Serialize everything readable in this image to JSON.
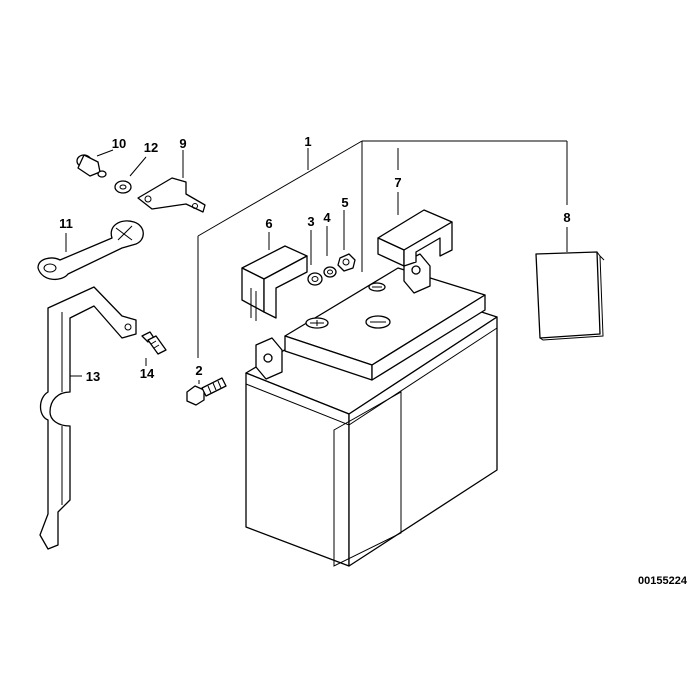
{
  "drawing_ref": "00155224",
  "colors": {
    "ink": "#000000",
    "paper": "#ffffff",
    "shade": "#d9d9d9"
  },
  "callouts": [
    {
      "id": "c1",
      "label": "1"
    },
    {
      "id": "c2",
      "label": "2"
    },
    {
      "id": "c3",
      "label": "3"
    },
    {
      "id": "c4",
      "label": "4"
    },
    {
      "id": "c5",
      "label": "5"
    },
    {
      "id": "c6",
      "label": "6"
    },
    {
      "id": "c7",
      "label": "7"
    },
    {
      "id": "c8",
      "label": "8"
    },
    {
      "id": "c9",
      "label": "9"
    },
    {
      "id": "c10",
      "label": "10"
    },
    {
      "id": "c11",
      "label": "11"
    },
    {
      "id": "c12",
      "label": "12"
    },
    {
      "id": "c13",
      "label": "13"
    },
    {
      "id": "c14",
      "label": "14"
    }
  ]
}
